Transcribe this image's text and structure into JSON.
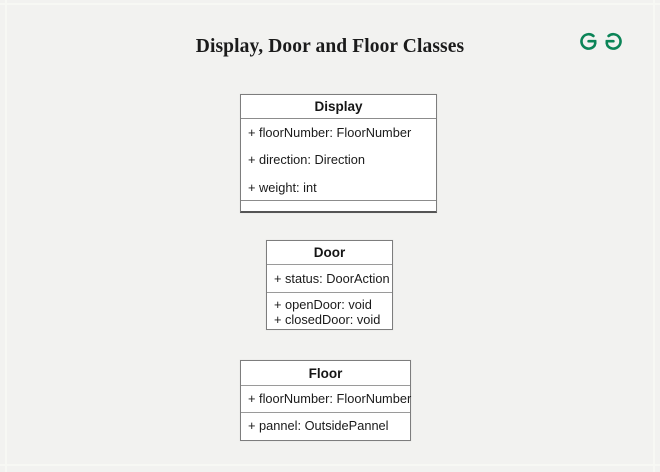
{
  "page": {
    "title": "Display, Door and Floor Classes",
    "background_color": "#f2f2f0",
    "box_fill_color": "#ffffff",
    "box_border_color": "#7d7d7d",
    "text_color": "#1a1a1a"
  },
  "brand": {
    "name": "geeksforgeeks-logo",
    "accent_color": "#0b8457"
  },
  "diagram": {
    "type": "uml-class-diagram",
    "classes": [
      {
        "name": "Display",
        "attributes": [
          "+ floorNumber: FloorNumber",
          "+ direction: Direction",
          "+ weight: int"
        ],
        "operations": []
      },
      {
        "name": "Door",
        "attributes": [
          "+ status: DoorAction"
        ],
        "operations": [
          "+ openDoor: void",
          "+ closedDoor: void"
        ]
      },
      {
        "name": "Floor",
        "attributes": [
          "+ floorNumber: FloorNumber"
        ],
        "operations": [
          "+ pannel: OutsidePannel"
        ]
      }
    ]
  }
}
